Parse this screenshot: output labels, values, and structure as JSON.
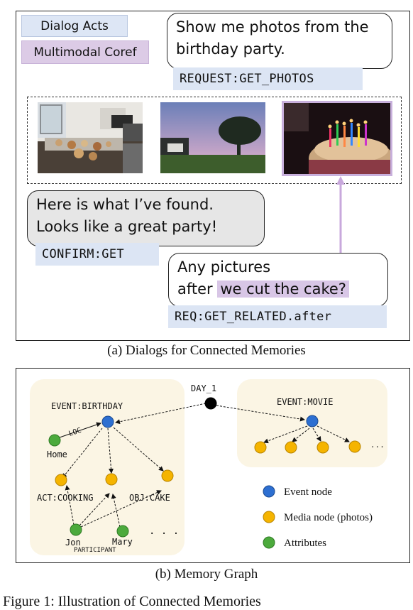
{
  "legend_tags": {
    "dialog_acts": "Dialog Acts",
    "multimodal_coref": "Multimodal Coref"
  },
  "dialog": {
    "user_turn_1": "Show me photos from the birthday party.",
    "user_turn_1_lines": [
      "Show me photos from the",
      "birthday party."
    ],
    "act_1": "REQUEST:GET_PHOTOS",
    "system_turn_lines": [
      "Here is what I’ve found.",
      "Looks like a great party!"
    ],
    "act_2": "CONFIRM:GET",
    "user_turn_2_line_1": "Any pictures",
    "user_turn_2_prefix": "after ",
    "user_turn_2_coref": "we cut the cake?",
    "act_3": "REQ:GET_RELATED.after"
  },
  "photos": [
    {
      "name": "kitchen-photo",
      "colors": {
        "sky": "#d9dee3",
        "wall": "#e9e7e2",
        "counter": "#4a4037",
        "food": "#c9a070"
      }
    },
    {
      "name": "evening-yard-photo",
      "colors": {
        "sky_top": "#6b7fb8",
        "sky_bottom": "#e6a9b9",
        "tree": "#1f2a20",
        "grass": "#3d5d2c"
      }
    },
    {
      "name": "birthday-cake-photo",
      "colors": {
        "bg": "#1a0f12",
        "cake": "#c9a67e",
        "frosting": "#8a3a45"
      },
      "highlighted": true
    }
  ],
  "caption_a": "(a) Dialogs for Connected Memories",
  "graph": {
    "day_label": "DAY_1",
    "event_birthday_label": "EVENT:BIRTHDAY",
    "event_movie_label": "EVENT:MOVIE",
    "loc_label": "LOC",
    "home_label": "Home",
    "act_cooking_label": "ACT:COOKING",
    "obj_cake_label": "OBJ:CAKE",
    "jon_label": "Jon",
    "mary_label": "Mary",
    "participant_label": "PARTICIPANT",
    "ellipsis_1": ". . .",
    "ellipsis_2": "...",
    "legend": {
      "event": "Event node",
      "media": "Media node (photos)",
      "attributes": "Attributes"
    },
    "colors": {
      "event": "#2d6fd1",
      "media": "#f5b400",
      "attribute": "#4caa3c",
      "day": "#000000",
      "panel": "#fbf5e4"
    }
  },
  "caption_b": "(b) Memory Graph",
  "figure_caption_fragment": "Figure 1: Illustration of Connected Memories"
}
